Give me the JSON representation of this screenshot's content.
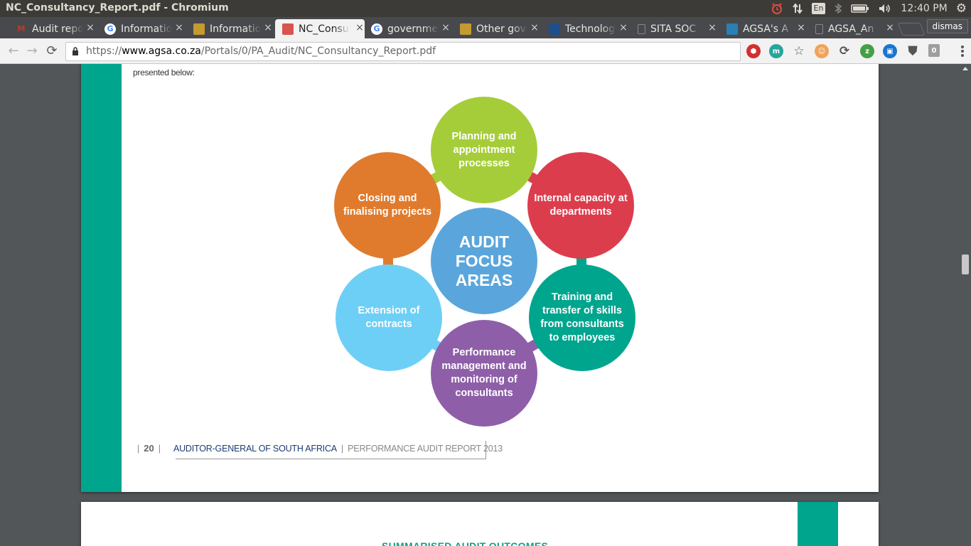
{
  "window": {
    "title": "NC_Consultancy_Report.pdf - Chromium"
  },
  "tray": {
    "keyboard_layout": "En",
    "time": "12:40 PM",
    "icons": [
      "alarm-clock-icon",
      "network-transfer-icon",
      "keyboard-layout-icon",
      "bluetooth-icon",
      "battery-icon",
      "volume-icon",
      "settings-gear-icon"
    ]
  },
  "tabs": [
    {
      "title": "Audit report",
      "favicon": "gmail-icon",
      "favicon_color": "#c0392b",
      "active": false
    },
    {
      "title": "Information",
      "favicon": "google-icon",
      "favicon_color": "#4285f4",
      "active": false
    },
    {
      "title": "Information",
      "favicon": "coat-of-arms-icon",
      "favicon_color": "#c59a2f",
      "active": false
    },
    {
      "title": "NC_Consultancy",
      "favicon": "pdf-swirl-icon",
      "favicon_color": "#d9534f",
      "active": true
    },
    {
      "title": "government",
      "favicon": "google-icon",
      "favicon_color": "#4285f4",
      "active": false
    },
    {
      "title": "Other government",
      "favicon": "coat-of-arms-icon",
      "favicon_color": "#c59a2f",
      "active": false
    },
    {
      "title": "Technology",
      "favicon": "mountain-logo-icon",
      "favicon_color": "#1f4e8c",
      "active": false
    },
    {
      "title": "SITA SOC",
      "favicon": "blank-page-icon",
      "favicon_color": "#888888",
      "active": false
    },
    {
      "title": "AGSA's A",
      "favicon": "agsa-logo-icon",
      "favicon_color": "#2a7fb5",
      "active": false
    },
    {
      "title": "AGSA_An",
      "favicon": "blank-page-icon",
      "favicon_color": "#888888",
      "active": false
    }
  ],
  "profile": {
    "name": "dismas"
  },
  "toolbar": {
    "url_scheme": "https://",
    "url_host": "www.agsa.co.za",
    "url_path": "/Portals/0/PA_Audit/NC_Consultancy_Report.pdf"
  },
  "extensions": [
    {
      "name": "ublock-icon",
      "color": "#d32f2f",
      "glyph": "⬢"
    },
    {
      "name": "m-extension-icon",
      "color": "#26a69a",
      "glyph": "m"
    },
    {
      "name": "bookmark-star-icon",
      "color": "transparent",
      "glyph": "☆"
    },
    {
      "name": "face-extension-icon",
      "color": "#f0a35a",
      "glyph": "☺"
    },
    {
      "name": "refresh-extension-icon",
      "color": "transparent",
      "glyph": "⟳"
    },
    {
      "name": "snooze-extension-icon",
      "color": "#43a047",
      "glyph": "z"
    },
    {
      "name": "screen-extension-icon",
      "color": "#1976d2",
      "glyph": "▣"
    },
    {
      "name": "shield-extension-icon",
      "color": "transparent",
      "glyph": "⛊"
    },
    {
      "name": "zero-badge-icon",
      "color": "#9e9e9e",
      "glyph": "0"
    }
  ],
  "pdf": {
    "intro_text": "presented below:",
    "diagram": {
      "center": {
        "label": "AUDIT FOCUS AREAS",
        "color": "#5aa6dc"
      },
      "nodes": [
        {
          "label": "Planning and appointment processes",
          "color": "#a5cd39"
        },
        {
          "label": "Internal capacity at departments",
          "color": "#dc3d4d"
        },
        {
          "label": "Training and transfer of skills from consultants to employees",
          "color": "#00a58e"
        },
        {
          "label": "Performance management and monitoring of consultants",
          "color": "#8e5fa8"
        },
        {
          "label": "Extension of contracts",
          "color": "#6ecff6"
        },
        {
          "label": "Closing and finalising projects",
          "color": "#e07b2e"
        }
      ]
    },
    "footer": {
      "page_number": "20",
      "organisation": "AUDITOR-GENERAL OF SOUTH AFRICA",
      "report": "PERFORMANCE AUDIT REPORT 2013"
    },
    "next_page_heading": "SUMMARISED AUDIT OUTCOMES"
  },
  "colors": {
    "accent_green": "#00a58e",
    "footer_blue": "#1b3c73"
  }
}
